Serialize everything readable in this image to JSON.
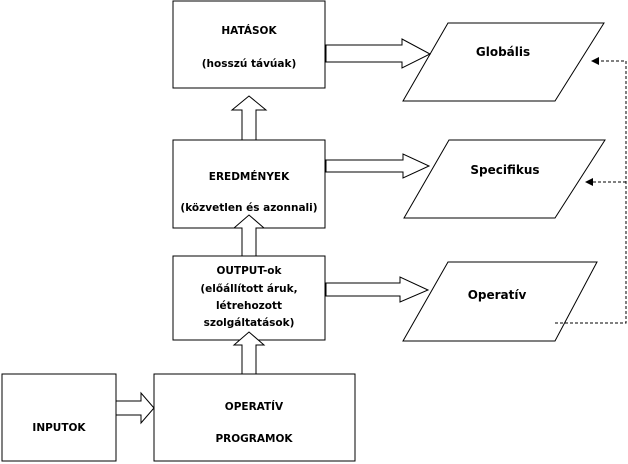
{
  "boxes": {
    "hatasok": {
      "line1": "HATÁSOK",
      "line2": "(hosszú távúak)"
    },
    "eredmenyek": {
      "line1": "EREDMÉNYEK",
      "line2": "(közvetlen és azonnali)"
    },
    "output": {
      "line1": "OUTPUT-ok",
      "line2": "(előállított áruk,",
      "line3": "létrehozott",
      "line4": "szolgáltatások)"
    },
    "inputok": {
      "line1": "INPUTOK"
    },
    "programok": {
      "line1": "OPERATÍV",
      "line2": "PROGRAMOK"
    }
  },
  "parallelograms": {
    "globalis": "Globális",
    "specifikus": "Specifikus",
    "operativ": "Operatív"
  },
  "colors": {
    "stroke": "#000000",
    "fill": "#ffffff"
  }
}
